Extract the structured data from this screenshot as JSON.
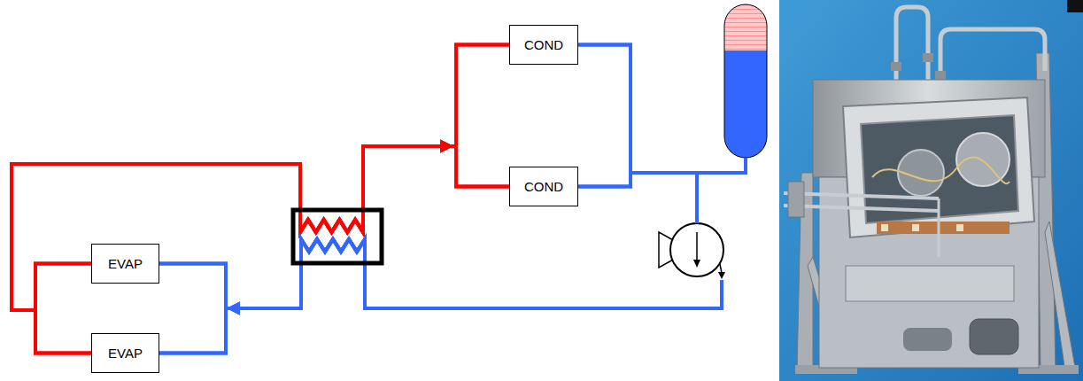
{
  "diagram": {
    "nodes": [
      {
        "text": [
          "COND"
        ]
      },
      {
        "text": [
          "COND"
        ]
      },
      {
        "text": [
          "EVAP"
        ]
      },
      {
        "text": [
          "EVAP"
        ]
      }
    ],
    "edges": [
      {
        "from": 2,
        "to": 0,
        "arrow": "to"
      },
      {
        "from": 2,
        "to": 1,
        "arrow": "to"
      },
      {
        "from": 3,
        "to": 0,
        "arrow": "to"
      },
      {
        "from": 3,
        "to": 1,
        "arrow": "to"
      },
      {
        "from": 0,
        "to": 2,
        "arrow": "to"
      },
      {
        "from": 0,
        "to": 3,
        "arrow": "to"
      },
      {
        "from": 1,
        "to": 2,
        "arrow": "to"
      },
      {
        "from": 1,
        "to": 3,
        "arrow": "to"
      }
    ]
  }
}
